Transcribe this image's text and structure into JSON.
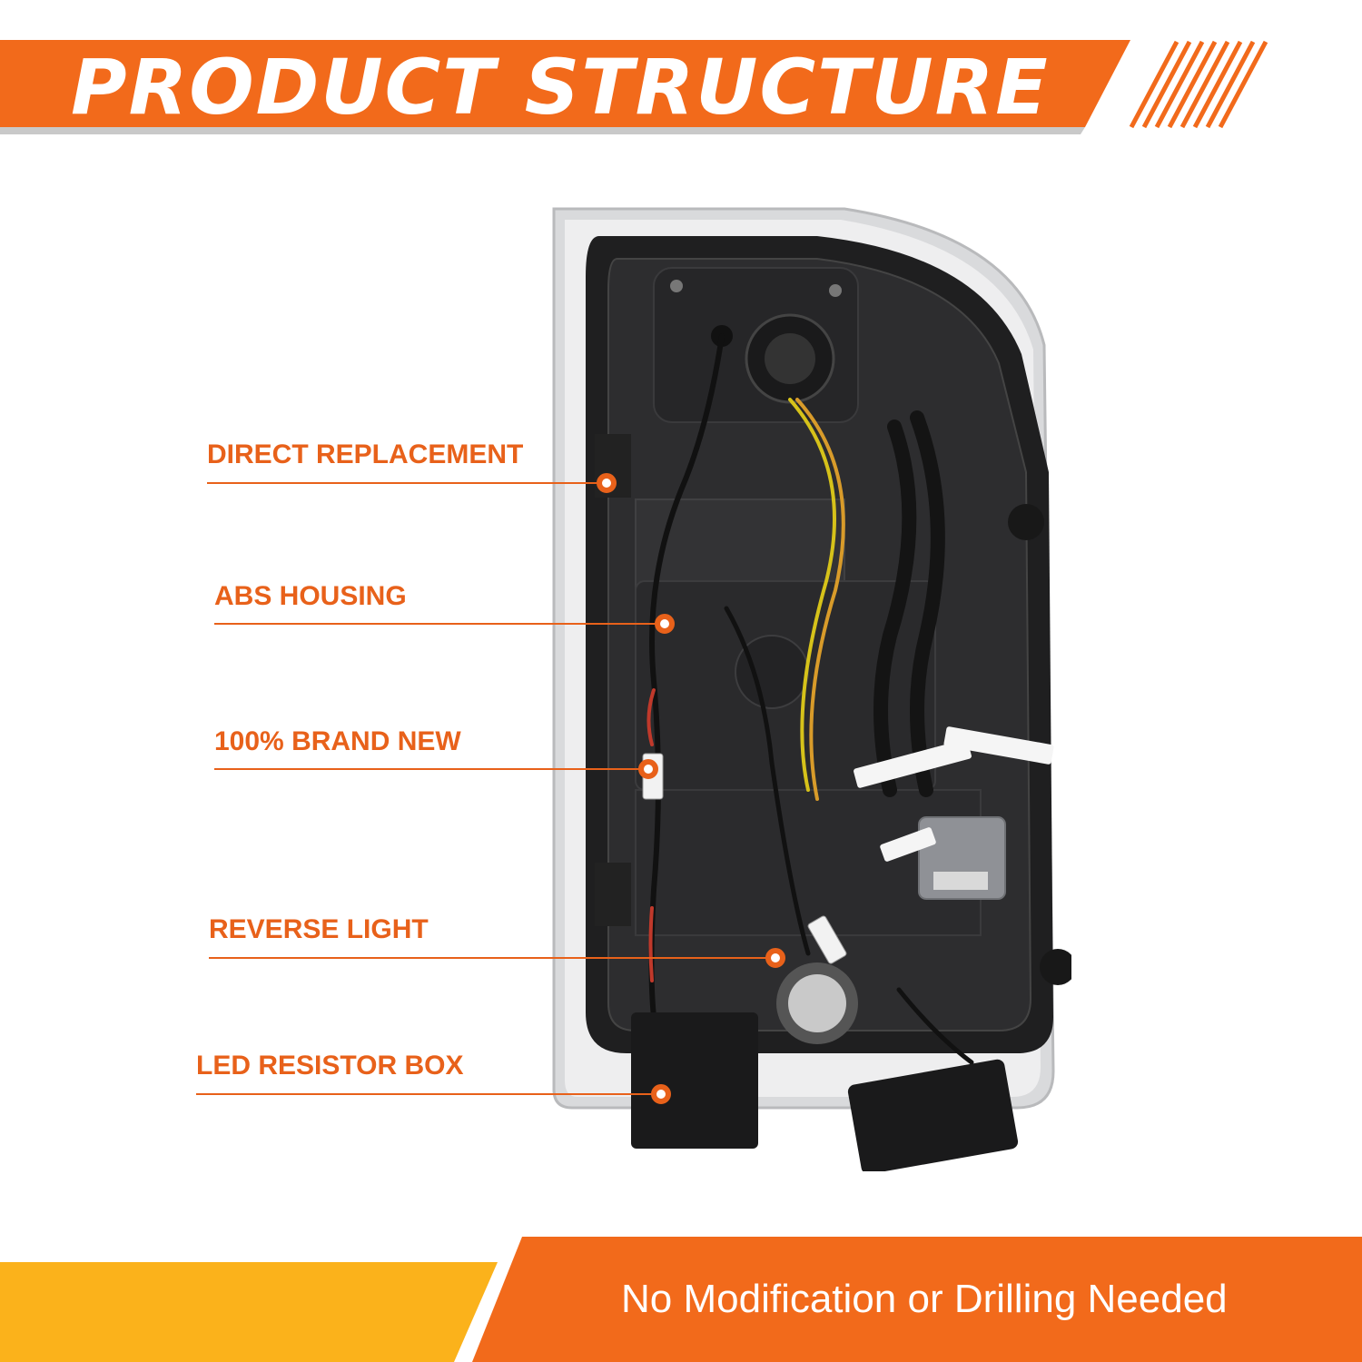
{
  "header": {
    "title": "PRODUCT STRUCTURE"
  },
  "callouts": [
    {
      "label": "DIRECT REPLACEMENT"
    },
    {
      "label": "ABS HOUSING"
    },
    {
      "label": "100% BRAND NEW"
    },
    {
      "label": "REVERSE LIGHT"
    },
    {
      "label": "LED RESISTOR BOX"
    }
  ],
  "footer": {
    "text": "No Modification or Drilling Needed"
  },
  "colors": {
    "accent_orange": "#f26a1b",
    "callout_orange": "#e8611a",
    "footer_yellow": "#fbb21b",
    "housing_dark": "#2a2a2a"
  }
}
